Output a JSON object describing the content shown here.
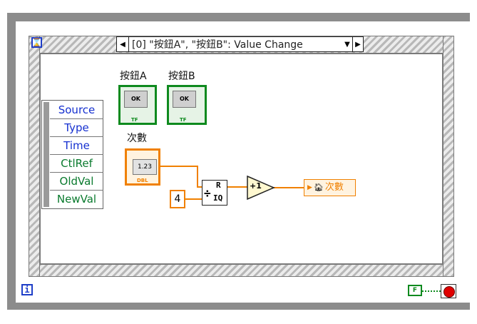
{
  "event_case": {
    "selector_label": "[0] \"按鈕A\", \"按鈕B\": Value Change",
    "prev_arrow": "◀",
    "next_arrow": "▶",
    "dropdown_arrow": "▼"
  },
  "event_data": [
    "Source",
    "Type",
    "Time",
    "CtlRef",
    "OldVal",
    "NewVal"
  ],
  "terminals": {
    "button_a_label": "按鈕A",
    "button_b_label": "按鈕B",
    "button_text": "OK",
    "bool_tag": "TF",
    "count_label": "次數",
    "count_value": "1.23",
    "count_tag": "DBL"
  },
  "constants": {
    "divisor": "4"
  },
  "functions": {
    "quotient_r": "R",
    "quotient_iq": "IQ",
    "quotient_symbol": "÷",
    "increment": "+1"
  },
  "local_variable": {
    "label": "次數"
  },
  "loop": {
    "iteration_symbol": "i",
    "hourglass_symbol": "⌛",
    "false_constant": "F"
  },
  "colors": {
    "wire_numeric": "#f08000",
    "boolean": "#0e8a1e",
    "frame": "#8c8c8c",
    "stop": "#e00000"
  }
}
